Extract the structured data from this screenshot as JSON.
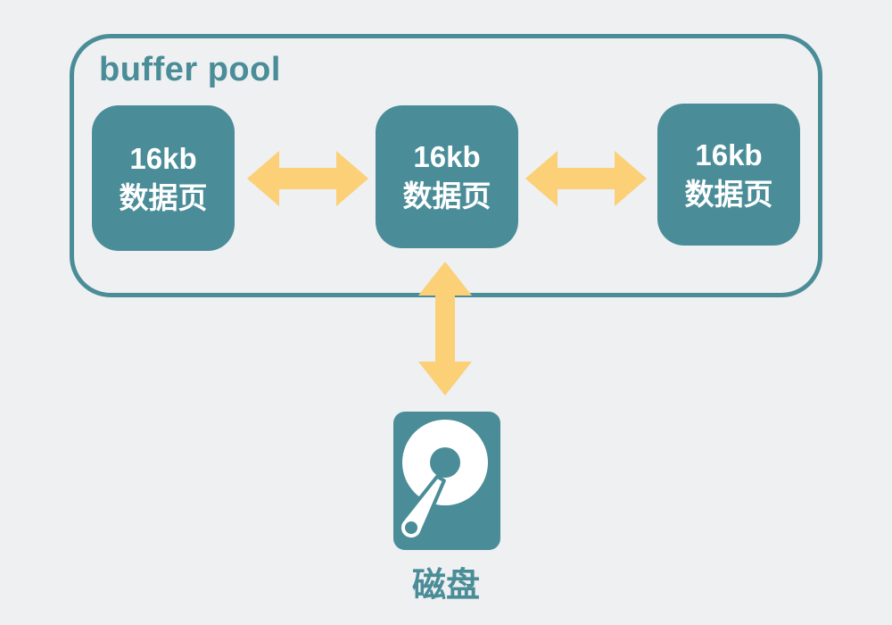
{
  "colors": {
    "teal": "#4A8D98",
    "yellow": "#FBD077",
    "background": "#EEF0F1",
    "page_text": "#FFFFFF"
  },
  "pool": {
    "title": "buffer pool",
    "pages": [
      {
        "size": "16kb",
        "label": "数据页"
      },
      {
        "size": "16kb",
        "label": "数据页"
      },
      {
        "size": "16kb",
        "label": "数据页"
      }
    ]
  },
  "disk": {
    "label": "磁盘"
  },
  "icons": {
    "horizontal_arrow": "double-arrow-left-right",
    "vertical_arrow": "double-arrow-up-down",
    "disk": "hard-disk-drive"
  }
}
